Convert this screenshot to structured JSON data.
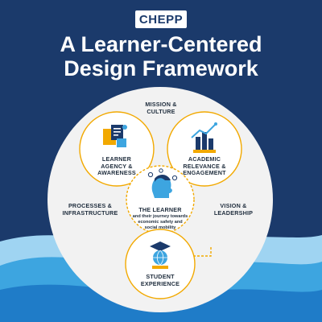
{
  "brand": {
    "logo": "CHEPP"
  },
  "title": {
    "line1": "A Learner-Centered",
    "line2": "Design Framework"
  },
  "diagram": {
    "outer": {
      "top": {
        "line1": "MISSION &",
        "line2": "CULTURE"
      },
      "left": {
        "line1": "PROCESSES &",
        "line2": "INFRASTRUCTURE"
      },
      "right": {
        "line1": "VISION &",
        "line2": "LEADERSHIP"
      }
    },
    "learner_agency": {
      "line1": "LEARNER",
      "line2": "AGENCY &",
      "line3": "AWARENESS",
      "icon": "documents-icon"
    },
    "academic_relevance": {
      "line1": "ACADEMIC",
      "line2": "RELEVANCE &",
      "line3": "ENGAGEMENT",
      "icon": "growth-chart-icon"
    },
    "learner": {
      "title": "THE LEARNER",
      "sub1": "and their journey towards",
      "sub2": "economic safety and",
      "sub3": "social mobility",
      "icon": "learner-head-icon"
    },
    "student_experience": {
      "line1": "STUDENT",
      "line2": "EXPERIENCE",
      "icon": "globe-graduate-icon"
    }
  },
  "colors": {
    "background": "#1b3a6b",
    "accent": "#f2a900",
    "panel": "#f2f2f2",
    "wave_light": "#9fd4f2",
    "wave_mid": "#3da5e0",
    "wave_dark": "#1f7cc8"
  }
}
